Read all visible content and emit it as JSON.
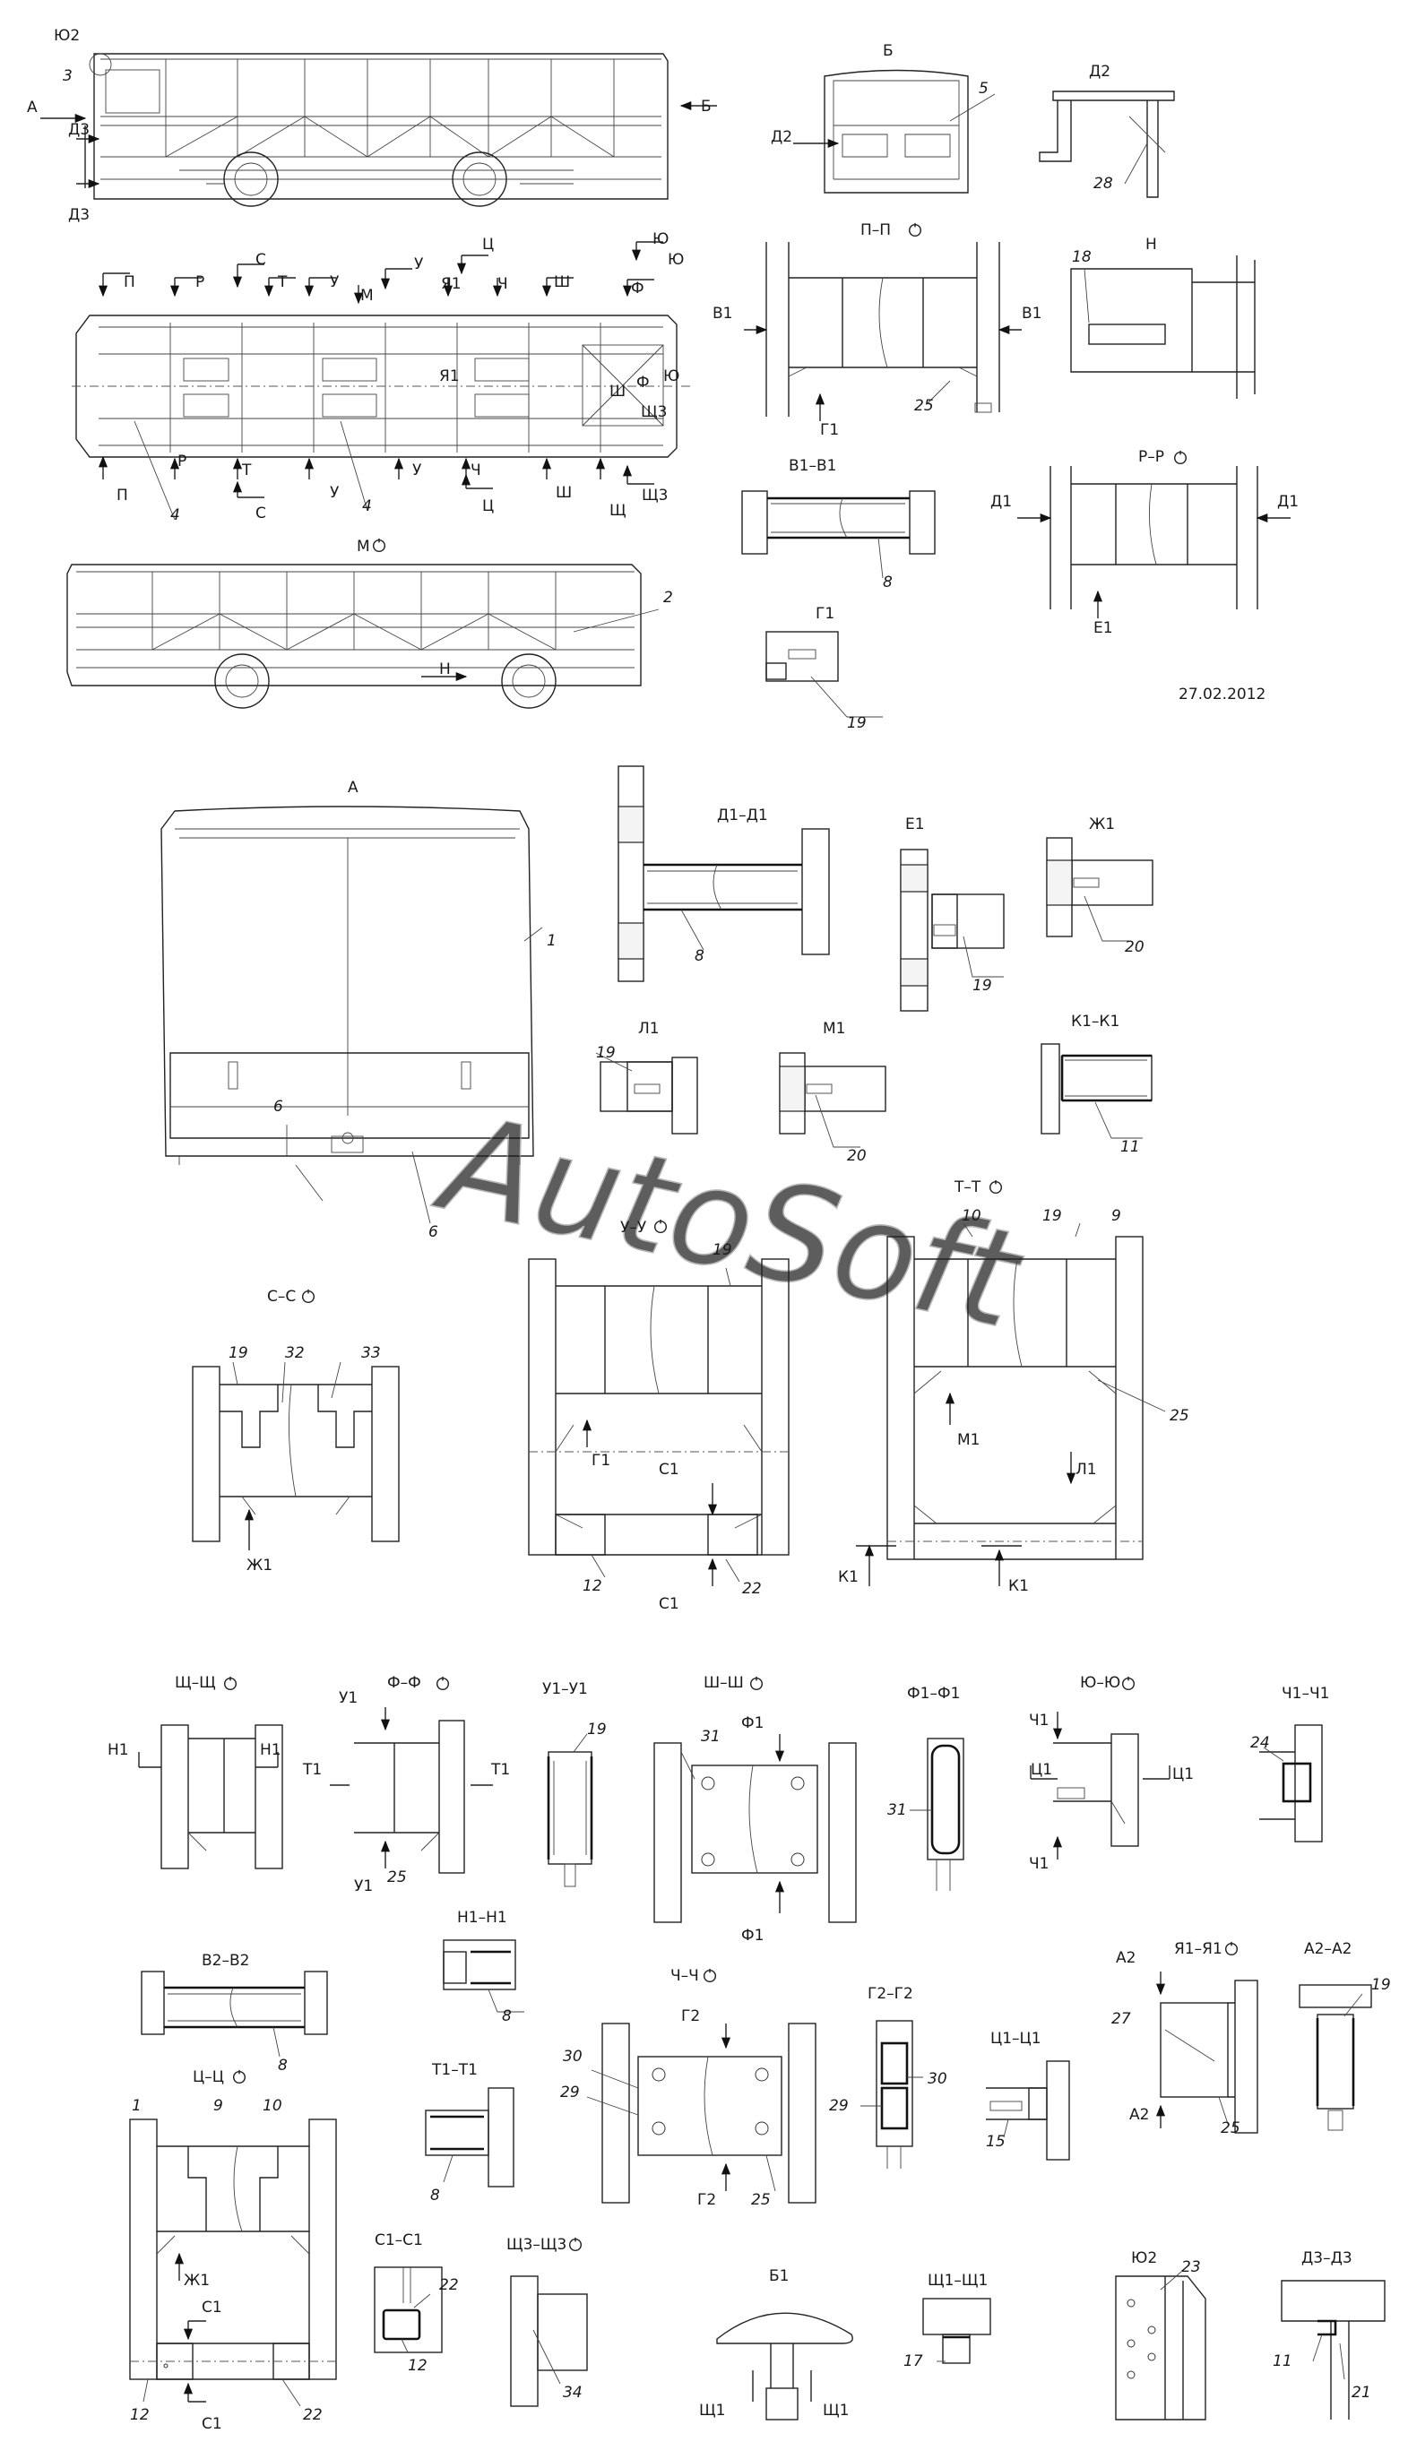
{
  "watermark": "AutoSoft",
  "date": "27.02.2012",
  "views": {
    "side_top": {
      "mark_yu2": "Ю2",
      "mark_3": "3",
      "mark_a": "А",
      "mark_d3": "Д3",
      "mark_d3b": "Д3",
      "mark_b": "Б"
    },
    "front_b": {
      "title": "Б",
      "mark_d2": "Д2",
      "mark_5": "5"
    },
    "detail_d2": {
      "title": "Д2",
      "mark_28": "28"
    },
    "plan": {
      "top_marks": [
        "П",
        "Р",
        "С",
        "Т",
        "У",
        "М",
        "У",
        "Я1",
        "Ц",
        "Ч",
        "Ш",
        "Ю",
        "Ф"
      ],
      "bottom_marks": [
        "П",
        "Р",
        "Т",
        "С",
        "У",
        "У",
        "Ч",
        "Ц",
        "Ш",
        "Щ",
        "Щ3"
      ],
      "mark_yu": "Ю",
      "mark_ya1": "Я1",
      "mark_f": "Ф",
      "mark_sh": "Ш",
      "mark_sch3": "Щ3",
      "mark_4a": "4",
      "mark_4b": "4",
      "mark_yu_r": "Ю",
      "mark_yu_top": "Ю"
    },
    "side_m": {
      "title": "М",
      "mark_2": "2",
      "mark_n": "Н"
    },
    "sec_pp": {
      "title": "П–П",
      "mark_v1a": "В1",
      "mark_v1b": "В1",
      "mark_g1": "Г1",
      "mark_25": "25"
    },
    "detail_n": {
      "title": "Н",
      "mark_18": "18"
    },
    "sec_v1v1": {
      "title": "В1–В1",
      "mark_8": "8"
    },
    "sec_rr": {
      "title": "Р–Р",
      "mark_d1a": "Д1",
      "mark_d1b": "Д1",
      "mark_e1": "Е1"
    },
    "view_g1": {
      "title": "Г1",
      "mark_19": "19"
    },
    "view_a": {
      "title": "А",
      "mark_1": "1",
      "mark_6a": "6",
      "mark_6b": "6"
    },
    "sec_d1d1": {
      "title": "Д1–Д1",
      "mark_8": "8"
    },
    "view_e1": {
      "title": "Е1",
      "mark_19": "19"
    },
    "view_zh1": {
      "title": "Ж1",
      "mark_20": "20"
    },
    "view_l1": {
      "title": "Л1",
      "mark_19": "19"
    },
    "view_m1": {
      "title": "М1",
      "mark_20": "20"
    },
    "sec_k1k1": {
      "title": "К1–К1",
      "mark_11": "11"
    },
    "sec_uu": {
      "title": "У–У",
      "mark_19": "19",
      "mark_g1": "Г1",
      "mark_c1a": "С1",
      "mark_c1b": "С1",
      "mark_12": "12",
      "mark_22": "22"
    },
    "sec_tt": {
      "title": "Т–Т",
      "mark_10": "10",
      "mark_19": "19",
      "mark_9": "9",
      "mark_25": "25",
      "mark_m1": "М1",
      "mark_l1": "Л1",
      "mark_k1a": "К1",
      "mark_k1b": "К1"
    },
    "sec_ss": {
      "title": "С–С",
      "mark_19": "19",
      "mark_32": "32",
      "mark_33": "33",
      "mark_zh1": "Ж1"
    },
    "sec_schsch": {
      "title": "Щ–Щ",
      "mark_n1a": "Н1",
      "mark_n1b": "Н1"
    },
    "sec_ff": {
      "title": "Ф–Ф",
      "mark_u1a": "У1",
      "mark_t1a": "Т1",
      "mark_t1b": "Т1",
      "mark_u1b": "У1",
      "mark_25": "25"
    },
    "sec_u1u1": {
      "title": "У1–У1",
      "mark_19": "19"
    },
    "sec_shsh": {
      "title": "Ш–Ш",
      "mark_31": "31",
      "mark_f1a": "Ф1",
      "mark_f1b": "Ф1"
    },
    "sec_f1f1": {
      "title": "Ф1–Ф1",
      "mark_31": "31"
    },
    "sec_yuyu": {
      "title": "Ю–Ю",
      "mark_ch1a": "Ч1",
      "mark_c1a": "Ц1",
      "mark_c1b": "Ц1",
      "mark_ch1b": "Ч1"
    },
    "sec_ch1ch1": {
      "title": "Ч1–Ч1",
      "mark_24": "24"
    },
    "sec_n1n1": {
      "title": "Н1–Н1",
      "mark_8": "8"
    },
    "sec_v2v2": {
      "title": "В2–В2",
      "mark_8": "8"
    },
    "sec_chch": {
      "title": "Ч–Ч",
      "mark_g2a": "Г2",
      "mark_30": "30",
      "mark_29": "29",
      "mark_g2b": "Г2",
      "mark_25": "25"
    },
    "sec_g2g2": {
      "title": "Г2–Г2",
      "mark_29": "29",
      "mark_30": "30"
    },
    "sec_c1c1_top": {
      "title": "Ц1–Ц1",
      "mark_15": "15"
    },
    "sec_ya1ya1": {
      "title": "Я1–Я1",
      "mark_a2a": "А2",
      "mark_27": "27",
      "mark_a2b": "А2",
      "mark_25": "25"
    },
    "sec_a2a2": {
      "title": "А2–А2",
      "mark_19": "19"
    },
    "sec_t1t1": {
      "title": "Т1–Т1",
      "mark_8": "8"
    },
    "sec_tsts": {
      "title": "Ц–Ц",
      "mark_1": "1",
      "mark_9": "9",
      "mark_10": "10",
      "mark_zh1": "Ж1",
      "mark_c1a": "С1",
      "mark_c1b": "С1",
      "mark_12": "12",
      "mark_22": "22"
    },
    "sec_s1s1": {
      "title": "С1–С1",
      "mark_22": "22",
      "mark_12": "12"
    },
    "sec_sch3": {
      "title": "Щ3–Щ3",
      "mark_34": "34"
    },
    "view_b1": {
      "title": "Б1",
      "mark_sch1a": "Щ1",
      "mark_sch1b": "Щ1"
    },
    "sec_sch1sch1": {
      "title": "Щ1–Щ1",
      "mark_17": "17"
    },
    "view_yu2": {
      "title": "Ю2",
      "mark_23": "23"
    },
    "sec_d3d3": {
      "title": "Д3–Д3",
      "mark_11": "11",
      "mark_21": "21"
    }
  }
}
